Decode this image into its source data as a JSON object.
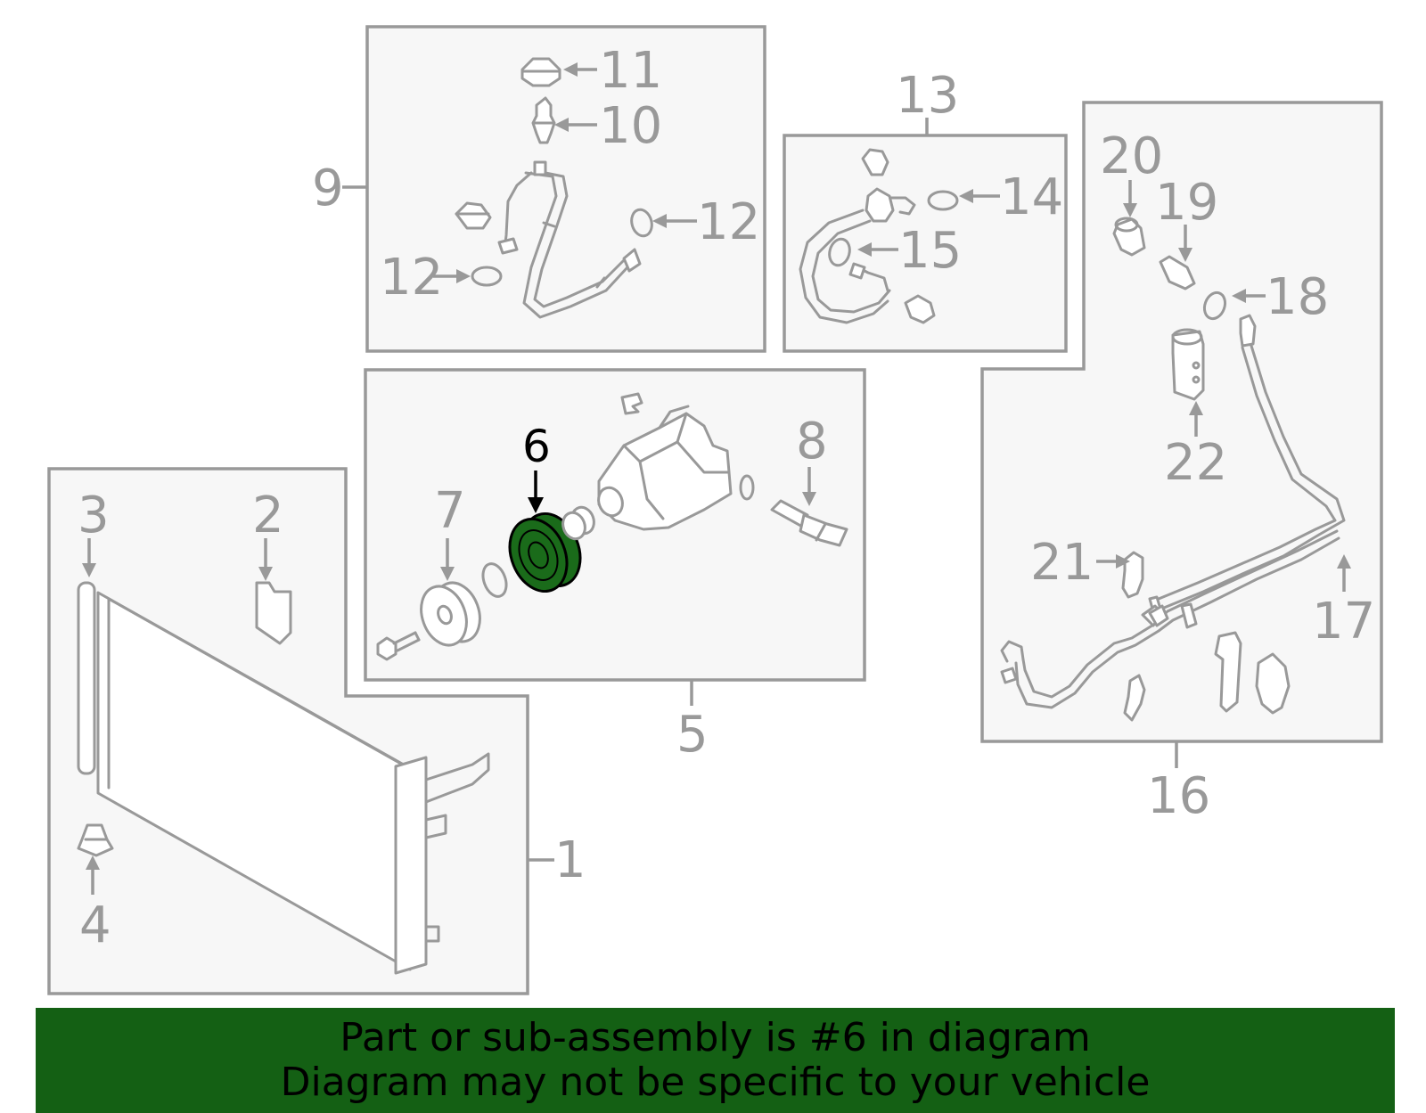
{
  "callouts": {
    "c1": "1",
    "c2": "2",
    "c3": "3",
    "c4": "4",
    "c5": "5",
    "c6": "6",
    "c7": "7",
    "c8": "8",
    "c9": "9",
    "c10": "10",
    "c11": "11",
    "c12a": "12",
    "c12b": "12",
    "c13": "13",
    "c14": "14",
    "c15": "15",
    "c16": "16",
    "c17": "17",
    "c18": "18",
    "c19": "19",
    "c20": "20",
    "c21": "21",
    "c22": "22"
  },
  "highlight": {
    "part": "6",
    "color": "#1a6b1a",
    "banner_color": "#146014"
  },
  "footer": {
    "line1": "Part or sub-assembly is #6 in diagram",
    "line2": "Diagram may not be specific to your vehicle"
  }
}
